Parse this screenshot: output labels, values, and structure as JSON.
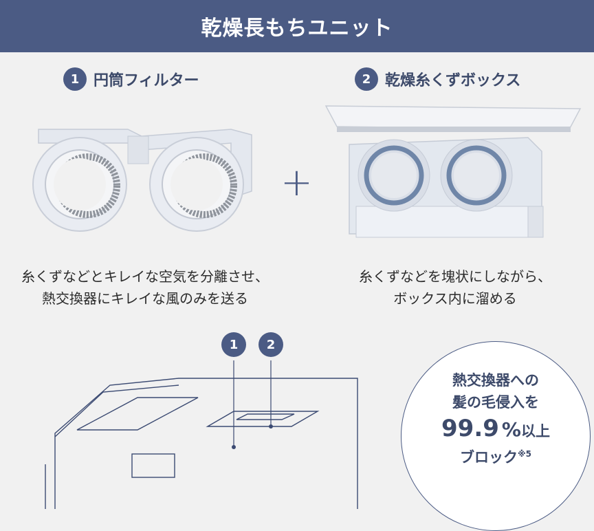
{
  "banner": {
    "title": "乾燥長もちユニット"
  },
  "items": [
    {
      "number": "1",
      "title": "円筒フィルター",
      "description_lines": [
        "糸くずなどとキレイな空気を分離させ、",
        "熱交換器にキレイな風のみを送る"
      ]
    },
    {
      "number": "2",
      "title": "乾燥糸くずボックス",
      "description_lines": [
        "糸くずなどを塊状にしながら、",
        "ボックス内に溜める"
      ]
    }
  ],
  "plus_symbol": "+",
  "markers": [
    "1",
    "2"
  ],
  "callout": {
    "line1": "熱交換器への",
    "line2": "髪の毛侵入を",
    "value": "99.9",
    "unit": "%",
    "value_suffix": "以上",
    "line4": "ブロック",
    "note": "※5"
  },
  "colors": {
    "accent": "#4b5b84",
    "background": "#f1f1f1",
    "text": "#2b2b2b"
  },
  "icons": [
    "cylinder-filter-illustration",
    "lint-box-illustration",
    "washing-machine-outline"
  ]
}
